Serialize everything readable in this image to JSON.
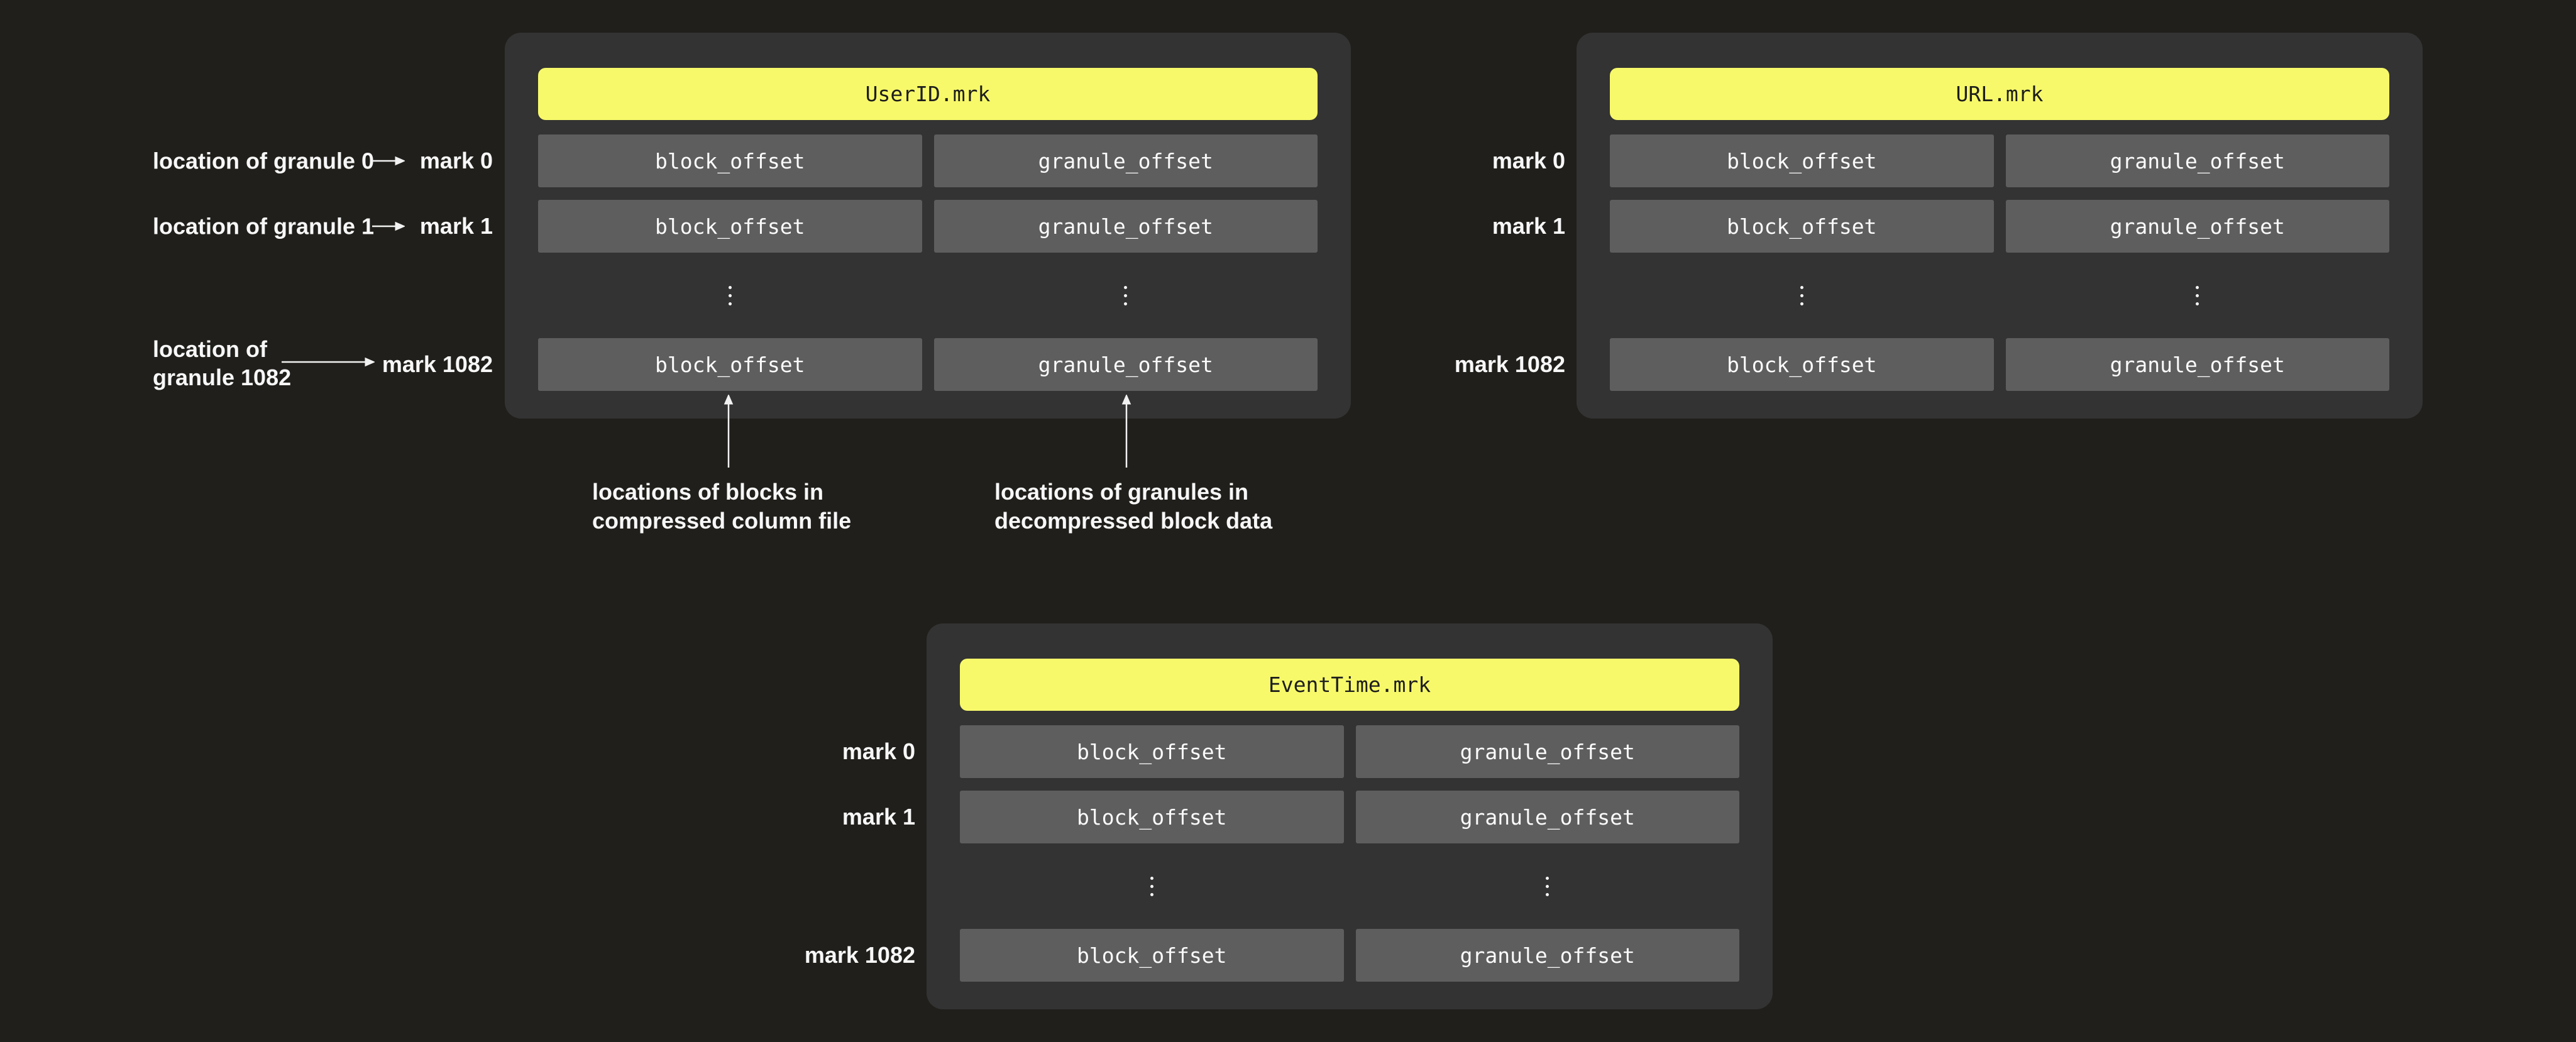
{
  "colors": {
    "page-bg": "#201f1b",
    "panel-bg": "#333333",
    "cell-bg": "#5e5e5e",
    "header-bg": "#f7f96a",
    "header-text": "#1d1d1d",
    "text": "#f7f7f7"
  },
  "panels": [
    {
      "name": "userid",
      "title": "UserID.mrk",
      "rows": [
        [
          "block_offset",
          "granule_offset"
        ],
        [
          "block_offset",
          "granule_offset"
        ],
        [
          "block_offset",
          "granule_offset"
        ]
      ],
      "mark_labels": [
        "mark 0",
        "mark 1",
        "mark 1082"
      ]
    },
    {
      "name": "url",
      "title": "URL.mrk",
      "rows": [
        [
          "block_offset",
          "granule_offset"
        ],
        [
          "block_offset",
          "granule_offset"
        ],
        [
          "block_offset",
          "granule_offset"
        ]
      ],
      "mark_labels": [
        "mark 0",
        "mark 1",
        "mark 1082"
      ]
    },
    {
      "name": "eventtime",
      "title": "EventTime.mrk",
      "rows": [
        [
          "block_offset",
          "granule_offset"
        ],
        [
          "block_offset",
          "granule_offset"
        ],
        [
          "block_offset",
          "granule_offset"
        ]
      ],
      "mark_labels": [
        "mark 0",
        "mark 1",
        "mark 1082"
      ]
    }
  ],
  "annotations": {
    "granule_rows": [
      {
        "label": "location of granule 0",
        "mark": "mark 0"
      },
      {
        "label": "location of granule 1",
        "mark": "mark 1"
      },
      {
        "label_line1": "location of",
        "label_line2": "granule 1082",
        "mark": "mark 1082"
      }
    ],
    "block_offset_note": {
      "line1": "locations of blocks in",
      "line2": "compressed column file"
    },
    "granule_offset_note": {
      "line1": "locations of granules in",
      "line2": "decompressed block data"
    }
  }
}
